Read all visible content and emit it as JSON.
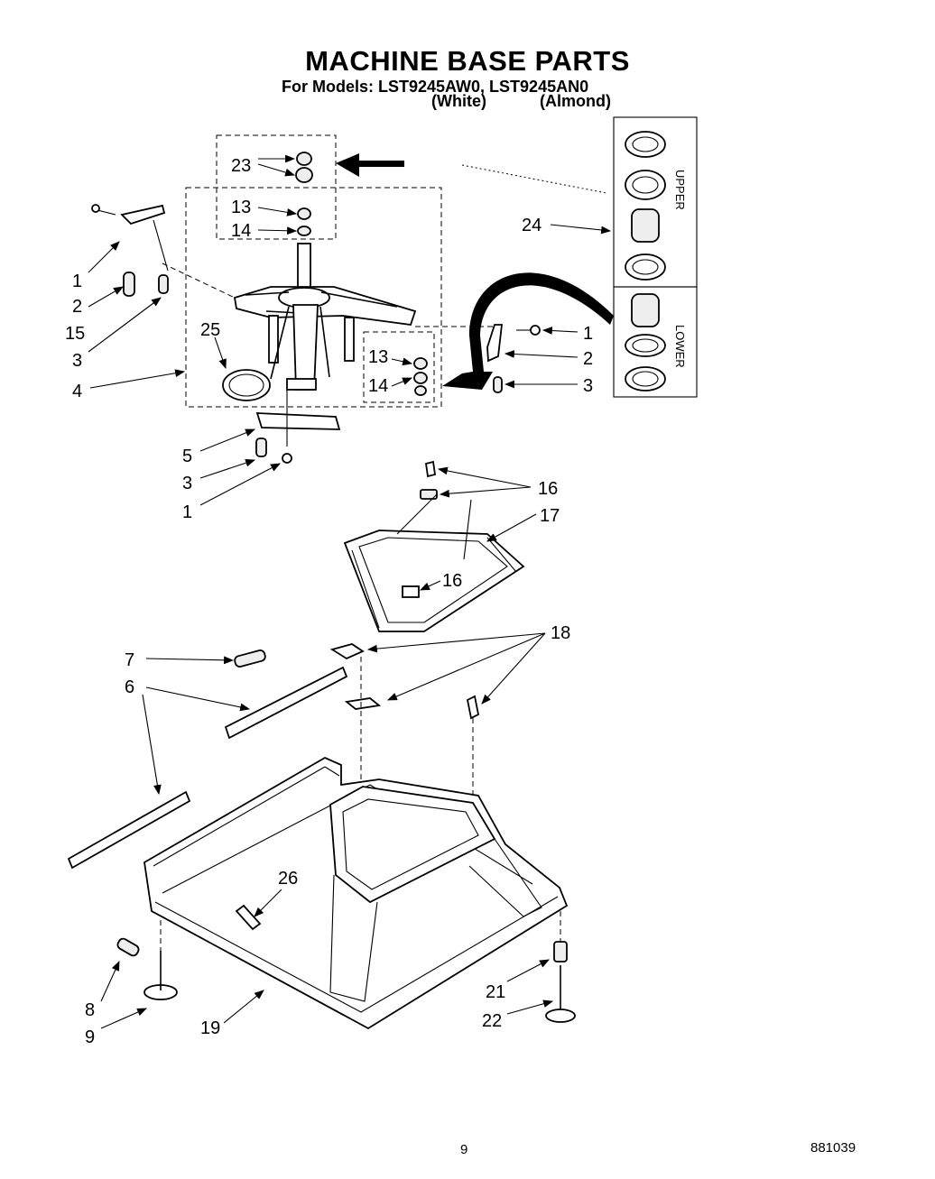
{
  "header": {
    "title": "MACHINE BASE PARTS",
    "subtitle": "For Models: LST9245AW0,  LST9245AN0",
    "variant_white": "(White)",
    "variant_almond": "(Almond)"
  },
  "inset": {
    "upper_label": "UPPER",
    "lower_label": "LOWER"
  },
  "callouts": {
    "c23": "23",
    "c13a": "13",
    "c14a": "14",
    "c24": "24",
    "c1a": "1",
    "c2a": "2",
    "c15": "15",
    "c3a": "3",
    "c25": "25",
    "c4": "4",
    "c13b": "13",
    "c14b": "14",
    "c1b": "1",
    "c2b": "2",
    "c3b": "3",
    "c5": "5",
    "c3c": "3",
    "c1c": "1",
    "c16a": "16",
    "c17": "17",
    "c16b": "16",
    "c18": "18",
    "c7": "7",
    "c6": "6",
    "c26": "26",
    "c8": "8",
    "c9": "9",
    "c19": "19",
    "c21": "21",
    "c22": "22"
  },
  "footer": {
    "page_number": "9",
    "doc_number": "881039"
  }
}
